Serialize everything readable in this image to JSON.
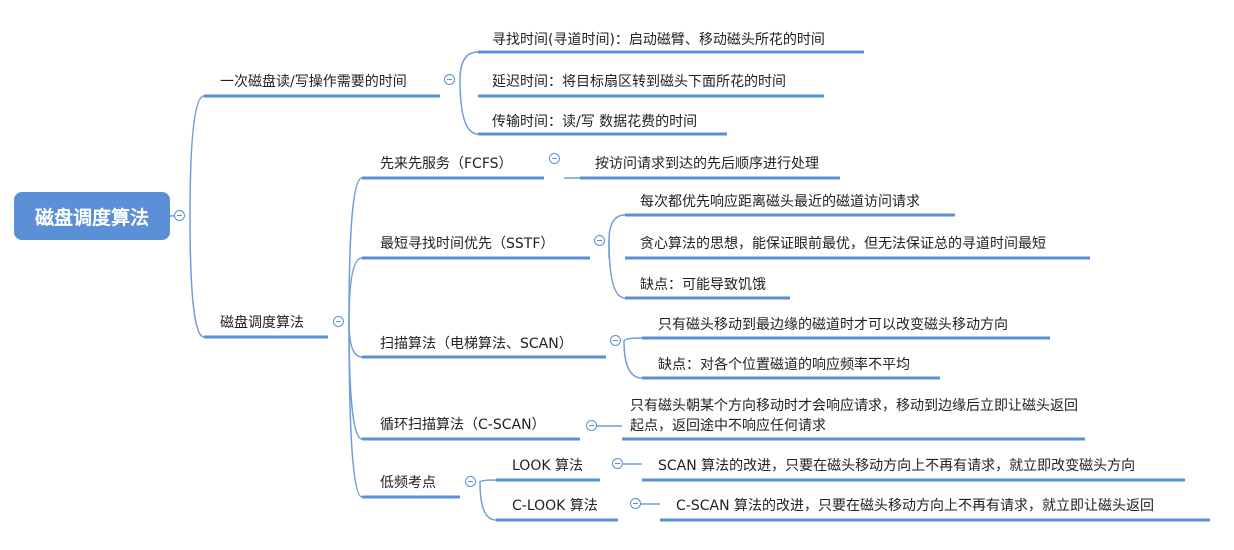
{
  "root": {
    "label": "磁盘调度算法"
  },
  "branch1": {
    "label": "一次磁盘读/写操作需要的时间",
    "children": [
      "寻找时间(寻道时间)：启动磁臂、移动磁头所花的时间",
      "延迟时间：将目标扇区转到磁头下面所花的时间",
      "传输时间：读/写 数据花费的时间"
    ]
  },
  "branch2": {
    "label": "磁盘调度算法",
    "fcfs": {
      "label": "先来先服务（FCFS）",
      "children": [
        "按访问请求到达的先后顺序进行处理"
      ]
    },
    "sstf": {
      "label": "最短寻找时间优先（SSTF）",
      "children": [
        "每次都优先响应距离磁头最近的磁道访问请求",
        "贪心算法的思想，能保证眼前最优，但无法保证总的寻道时间最短",
        "缺点：可能导致饥饿"
      ]
    },
    "scan": {
      "label": "扫描算法（电梯算法、SCAN）",
      "children": [
        "只有磁头移动到最边缘的磁道时才可以改变磁头移动方向",
        "缺点：对各个位置磁道的响应频率不平均"
      ]
    },
    "cscan": {
      "label": "循环扫描算法（C-SCAN）",
      "children": [
        "只有磁头朝某个方向移动时才会响应请求，移动到边缘后立即让磁头返回起点，返回途中不响应任何请求"
      ]
    },
    "lowfreq": {
      "label": "低频考点",
      "look": {
        "label": "LOOK 算法",
        "children": [
          "SCAN 算法的改进，只要在磁头移动方向上不再有请求，就立即改变磁头方向"
        ]
      },
      "clook": {
        "label": "C-LOOK 算法",
        "children": [
          "C-SCAN 算法的改进，只要在磁头移动方向上不再有请求，就立即让磁头返回"
        ]
      }
    }
  },
  "colors": {
    "accent": "#5b8fd6",
    "text": "#222222"
  }
}
